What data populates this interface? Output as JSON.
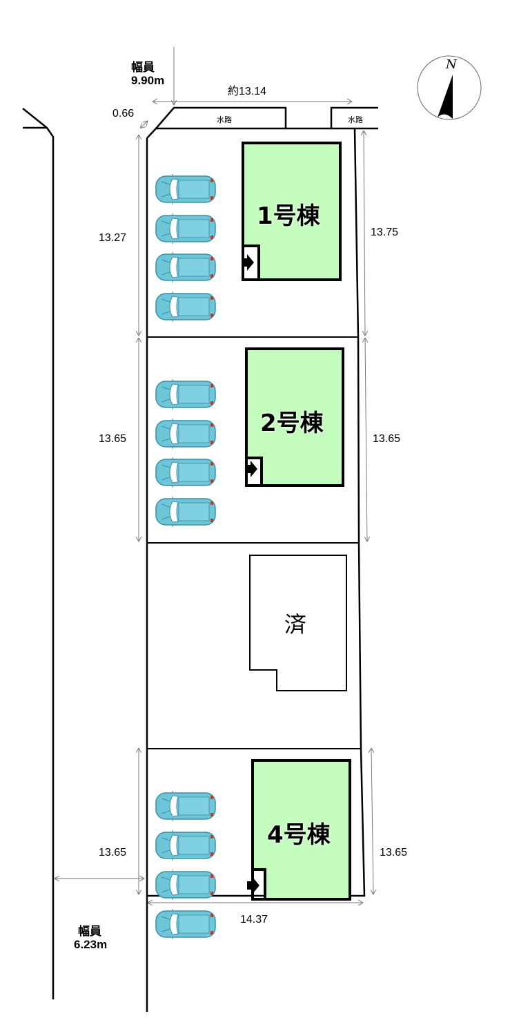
{
  "road_top": {
    "label": "幅員",
    "width": "9.90m"
  },
  "road_bottom": {
    "label": "幅員",
    "width": "6.23m"
  },
  "top_frontage": "約13.14",
  "corner_cut": "0.66",
  "waterway": [
    "水路",
    "水路"
  ],
  "compass": {
    "label": "N"
  },
  "lots": [
    {
      "name": "1号棟",
      "left_depth": "13.27",
      "right_depth": "13.75",
      "parking_spaces": 4,
      "fill": "#c3fcbc"
    },
    {
      "name": "2号棟",
      "left_depth": "13.65",
      "right_depth": "13.65",
      "parking_spaces": 4,
      "fill": "#c3fcbc"
    },
    {
      "name": "済",
      "status": "sold"
    },
    {
      "name": "4号棟",
      "left_depth": "13.65",
      "right_depth": "13.65",
      "parking_spaces": 4,
      "fill": "#c3fcbc"
    }
  ],
  "bottom_frontage": "14.37",
  "colors": {
    "building_fill": "#c3fcbc",
    "car_body": "#6cc6d8",
    "car_outline": "#3a8fa4"
  }
}
